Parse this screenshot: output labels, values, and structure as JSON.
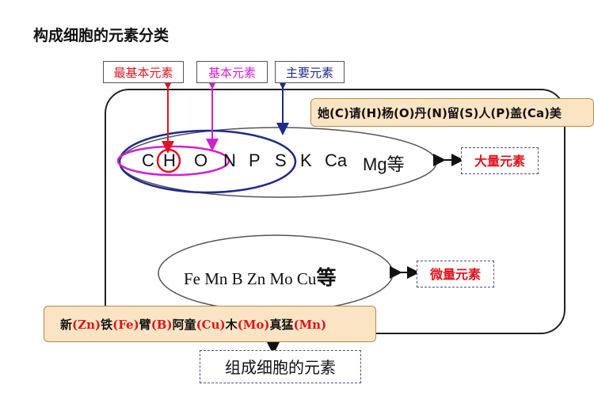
{
  "title": "构成细胞的元素分类",
  "top_labels": {
    "most_basic": "最基本元素",
    "basic": "基本元素",
    "main": "主要元素"
  },
  "macro": {
    "elements": [
      "C",
      "H",
      "O",
      "N",
      "P",
      "S",
      "K",
      "Ca",
      "Mg等"
    ],
    "label": "大量元素"
  },
  "micro": {
    "elements": "Fe Mn B Zn Mo Cu",
    "suffix": "等",
    "label": "微量元素"
  },
  "mnemonic_macro": "她(C)请(H)杨(O)丹(N)留(S)人(P)盖(Ca)美",
  "mnemonic_micro": "新(Zn)铁(Fe)臂(B)阿童(Cu)木(Mo)真猛(Mn)",
  "bottom_label": "组成细胞的元素",
  "colors": {
    "most_basic": "#e0141e",
    "basic": "#d21fd2",
    "main": "#1e2a8c",
    "mnemonic_bg": "#fbe4c4"
  }
}
